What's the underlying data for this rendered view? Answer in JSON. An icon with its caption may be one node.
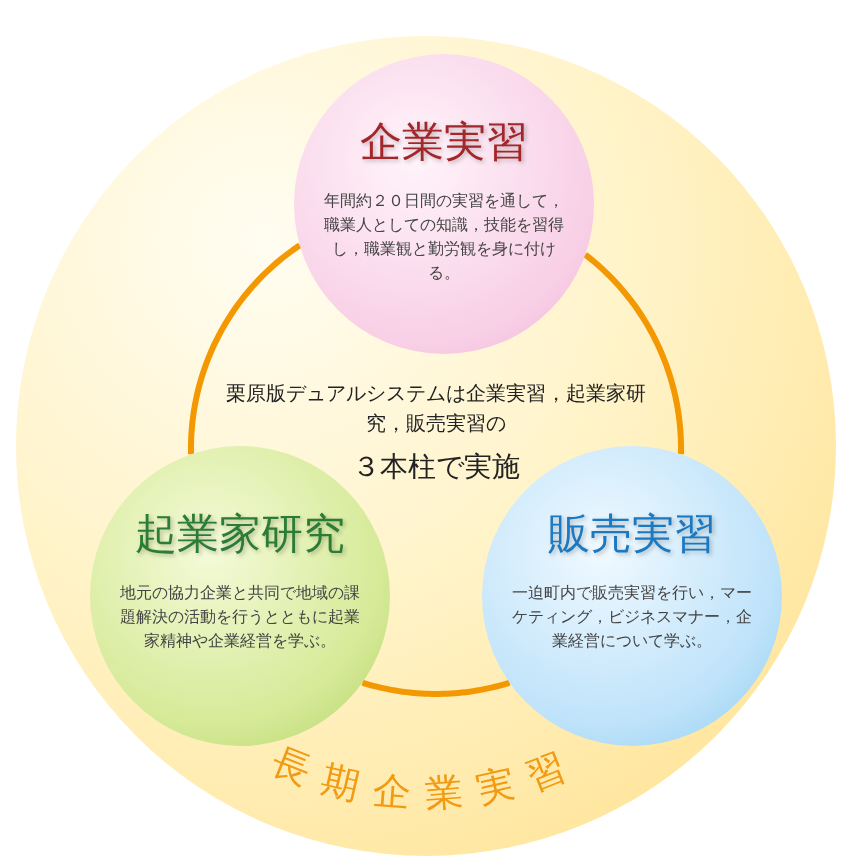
{
  "diagram": {
    "nodes": [
      {
        "text": [
          "長期企業実習"
        ]
      },
      {
        "text": [
          "企業実習",
          "年間約２０日間の実習を通して，職業人としての知識，技能を習得し，職業観と勤労観を身に付ける。"
        ],
        "in": 0
      },
      {
        "text": [
          "起業家研究",
          "地元の協力企業と共同で地域の課題解決の活動を行うとともに起業家精神や企業経営を学ぶ。"
        ],
        "in": 0
      },
      {
        "text": [
          "販売実習",
          "一迫町内で販売実習を行い，マーケティング，ビジネスマナー，企業経営について学ぶ。"
        ],
        "in": 0
      }
    ],
    "edges": [
      {
        "from": 1,
        "to": 2,
        "arrow": "none"
      },
      {
        "from": 2,
        "to": 3,
        "arrow": "none"
      },
      {
        "from": 3,
        "to": 1,
        "arrow": "none"
      }
    ],
    "labels": [
      "栗原版デュアルシステムは企業実習，起業家研究，販売実習の",
      "３本柱で実施"
    ]
  }
}
